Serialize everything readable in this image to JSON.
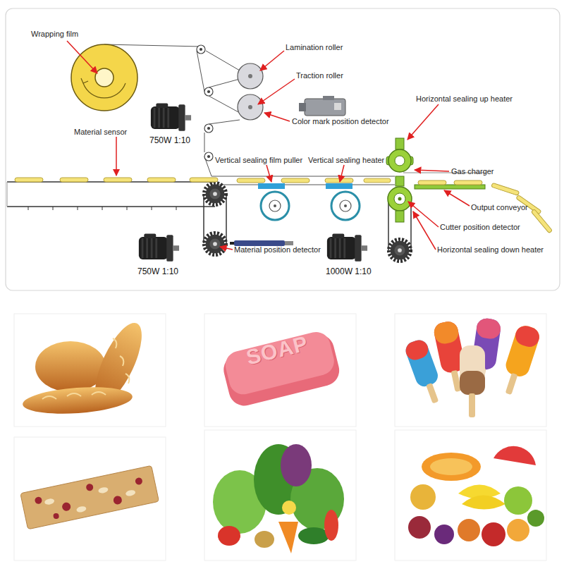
{
  "diagram": {
    "labels": [
      "Wrapping film",
      "Lamination roller",
      "Traction roller",
      "750W 1:10",
      "Color mark position detector",
      "Horizontal sealing up heater",
      "Material sensor",
      "Vertical sealing film puller",
      "Vertical sealing heater",
      "Gas charger",
      "Output conveyor",
      "Cutter position detector",
      "750W 1:10",
      "Material position detector",
      "1000W 1:10",
      "Horizontal sealing down heater",
      "SOAP"
    ]
  }
}
